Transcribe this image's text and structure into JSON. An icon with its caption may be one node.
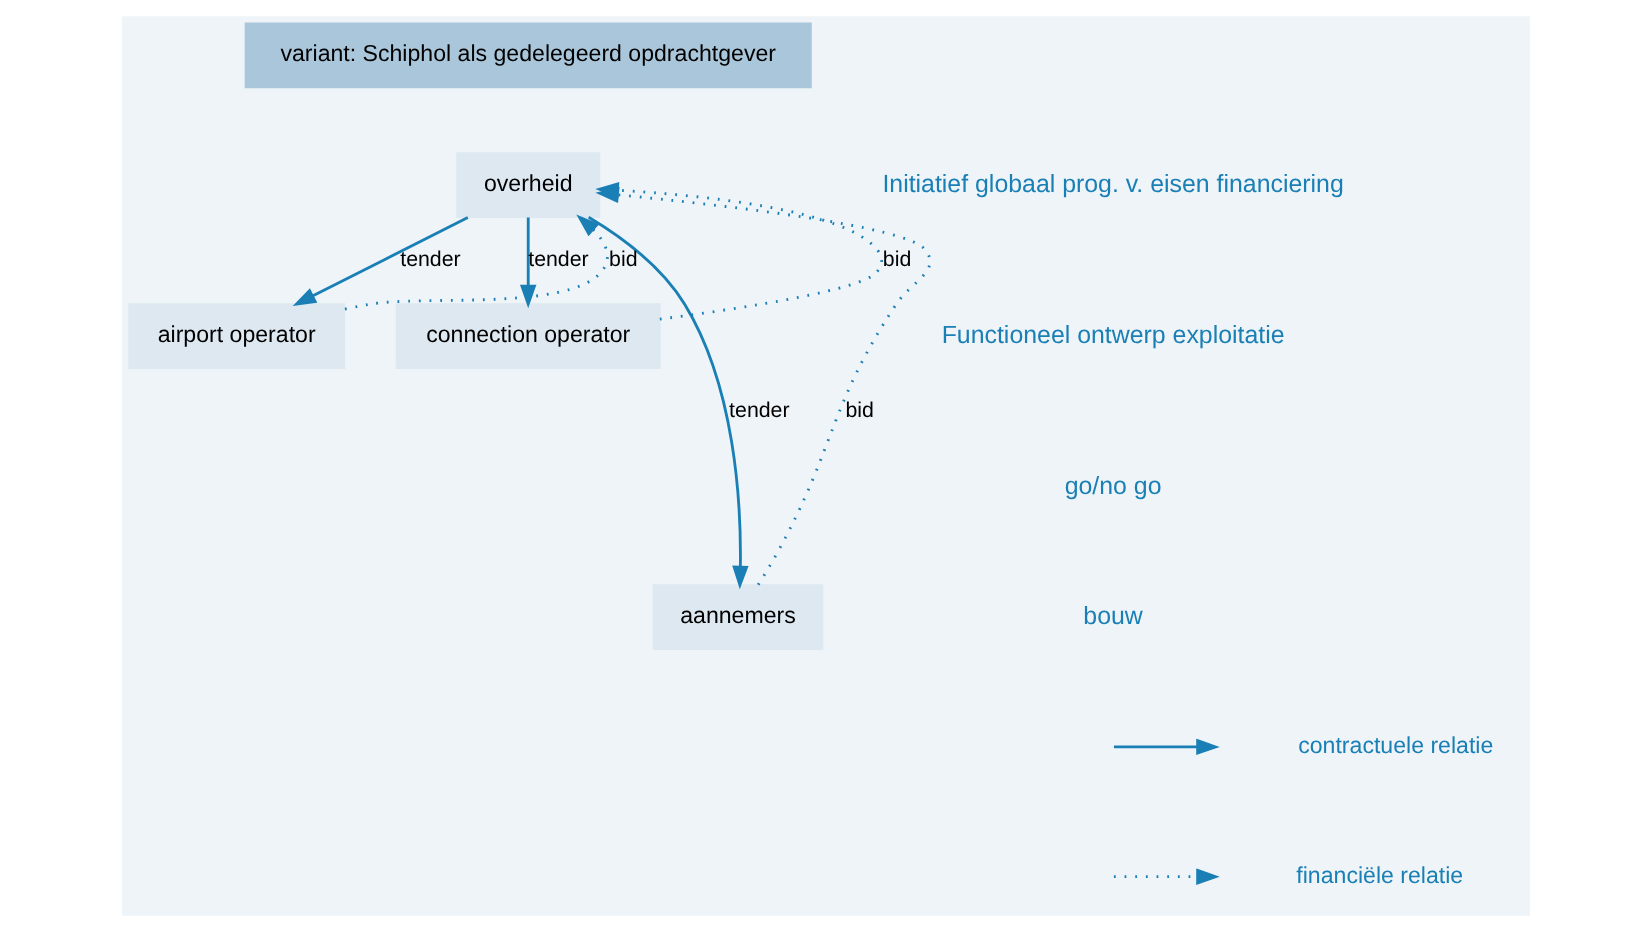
{
  "diagram": {
    "nodes": [
      {
        "text": [
          "variant: Schiphol als gedelegeerd opdrachtgever"
        ]
      },
      {
        "text": [
          "overheid"
        ]
      },
      {
        "text": [
          "airport operator"
        ]
      },
      {
        "text": [
          "connection operator"
        ]
      },
      {
        "text": [
          "aannemers"
        ]
      }
    ],
    "edges": [
      {
        "from": 2,
        "to": 1,
        "arrow": "to",
        "label": "bid",
        "style": "dashed"
      },
      {
        "from": 1,
        "to": 2,
        "arrow": "to",
        "label": "tender"
      },
      {
        "from": 3,
        "to": 1,
        "arrow": "to",
        "label": "bid",
        "style": "dashed"
      },
      {
        "from": 1,
        "to": 3,
        "arrow": "to",
        "label": "tender"
      },
      {
        "from": 4,
        "to": 1,
        "arrow": "to",
        "label": "bid",
        "style": "dashed"
      },
      {
        "from": 1,
        "to": 4,
        "arrow": "to",
        "label": "tender"
      }
    ],
    "labels": [
      "Initiatief globaal prog. v. eisen financiering",
      "Functioneel ontwerp exploitatie",
      "go/no go",
      "bouw"
    ],
    "legend": [
      {
        "text": "contractuele relatie"
      },
      {
        "text": "financiële relatie"
      }
    ]
  }
}
